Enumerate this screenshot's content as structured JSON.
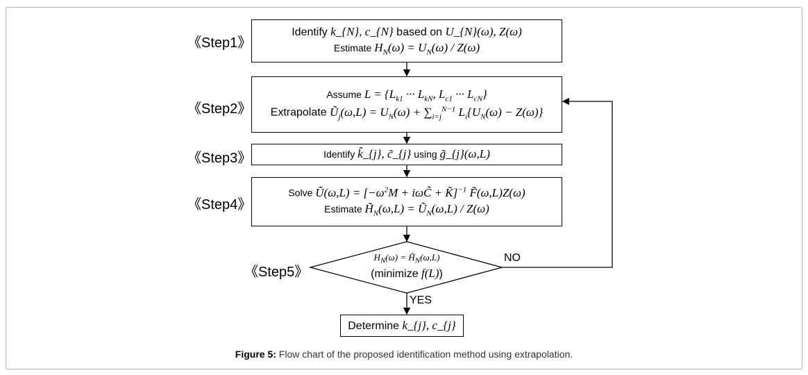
{
  "steps": [
    "《Step1》",
    "《Step2》",
    "《Step3》",
    "《Step4》",
    "《Step5》"
  ],
  "box1": {
    "l1_a": "Identify ",
    "l1_m1": "k_{N}, c_{N}",
    "l1_b": "   based on ",
    "l1_m2": "U_{N}(ω), Z(ω)",
    "l2_a": "Estimate ",
    "l2_m": "H_{N}(ω) = U_{N}(ω) / Z(ω)"
  },
  "box2": {
    "l1_a": "Assume ",
    "l1_m": "L = {L_{k1} ··· L_{kN}, L_{c1} ··· L_{cN}}",
    "l2_a": "Extrapolate ",
    "l2_m": "Ũ_{j}(ω,L) = U_{N}(ω) + ∑_{i=j}^{N−1} L_{i}{U_{N}(ω) − Z(ω)}"
  },
  "box3": {
    "l1_a": "Identify  ",
    "l1_m1": "k̃_{j}, c̃_{j}",
    "l1_b": " using ",
    "l1_m2": "g̃_{j}(ω,L)"
  },
  "box4": {
    "l1_a": "Solve ",
    "l1_m": "Ũ(ω,L) = [−ω^{2}M + iωC̃ + K̃]^{−1} F̃(ω,L)Z(ω)",
    "l2_a": "Estimate ",
    "l2_m": "H̃_{N}(ω,L) = Ũ_{N}(ω,L) / Z(ω)"
  },
  "diamond": {
    "l1_m": "H_{N}(ω) = H̃_{N}(ω,L)",
    "l2_a": "(minimize ",
    "l2_m": "f(L)",
    "l2_b": ")"
  },
  "labels": {
    "no": "NO",
    "yes": "YES"
  },
  "final": {
    "a": "Determine ",
    "m": "k_{j}, c_{j}"
  },
  "caption": {
    "label": "Figure 5:",
    "text": " Flow chart of the proposed identification method using extrapolation."
  }
}
